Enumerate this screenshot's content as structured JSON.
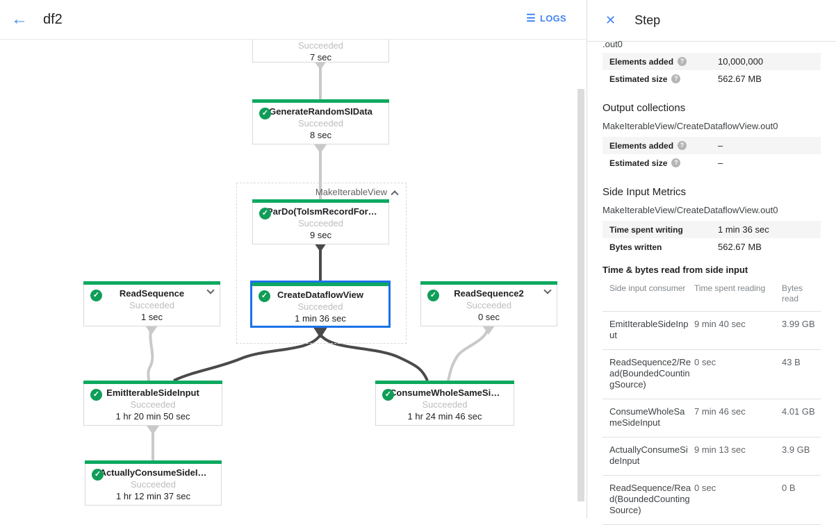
{
  "header": {
    "title": "df2",
    "logs_label": "LOGS"
  },
  "panel": {
    "title": "Step",
    "clipped_text": ".out0",
    "input_rows": [
      {
        "label": "Elements added",
        "value": "10,000,000"
      },
      {
        "label": "Estimated size",
        "value": "562.67 MB"
      }
    ],
    "output": {
      "heading": "Output collections",
      "collection": "MakeIterableView/CreateDataflowView.out0",
      "rows": [
        {
          "label": "Elements added",
          "value": "–"
        },
        {
          "label": "Estimated size",
          "value": "–"
        }
      ]
    },
    "side_input": {
      "heading": "Side Input Metrics",
      "collection": "MakeIterableView/CreateDataflowView.out0",
      "rows": [
        {
          "label": "Time spent writing",
          "value": "1 min 36 sec"
        },
        {
          "label": "Bytes written",
          "value": "562.67 MB"
        }
      ],
      "table": {
        "heading": "Time & bytes read from side input",
        "columns": [
          "Side input consumer",
          "Time spent reading",
          "Bytes read"
        ],
        "rows": [
          {
            "consumer": "EmitIterableSideInput",
            "time": "9 min 40 sec",
            "bytes": "3.99 GB"
          },
          {
            "consumer": "ReadSequence2/Read(BoundedCountingSource)",
            "time": "0 sec",
            "bytes": "43 B"
          },
          {
            "consumer": "ConsumeWholeSameSideInput",
            "time": "7 min 46 sec",
            "bytes": "4.01 GB"
          },
          {
            "consumer": "ActuallyConsumeSideInput",
            "time": "9 min 13 sec",
            "bytes": "3.9 GB"
          },
          {
            "consumer": "ReadSequence/Read(BoundedCountingSource)",
            "time": "0 sec",
            "bytes": "0 B"
          }
        ]
      }
    }
  },
  "graph": {
    "group_label": "MakeIterableView",
    "nodes": [
      {
        "status": "Succeeded",
        "time": "7 sec"
      },
      {
        "title": "GenerateRandomSIData",
        "status": "Succeeded",
        "time": "8 sec"
      },
      {
        "title": "ParDo(ToIsmRecordFor…",
        "status": "Succeeded",
        "time": "9 sec"
      },
      {
        "title": "CreateDataflowView",
        "status": "Succeeded",
        "time": "1 min 36 sec"
      },
      {
        "title": "ReadSequence",
        "status": "Succeeded",
        "time": "1 sec"
      },
      {
        "title": "ReadSequence2",
        "status": "Succeeded",
        "time": "0 sec"
      },
      {
        "title": "EmitIterableSideInput",
        "status": "Succeeded",
        "time": "1 hr 20 min 50 sec"
      },
      {
        "title": "ConsumeWholeSameSi…",
        "status": "Succeeded",
        "time": "1 hr 24 min 46 sec"
      },
      {
        "title": "ActuallyConsumeSideI…",
        "status": "Succeeded",
        "time": "1 hr 12 min 37 sec"
      }
    ]
  },
  "colors": {
    "accent_blue": "#1a73e8",
    "success_green": "#0da960",
    "edge_gray": "#c9c9c9",
    "edge_dark": "#4a4a4a"
  }
}
